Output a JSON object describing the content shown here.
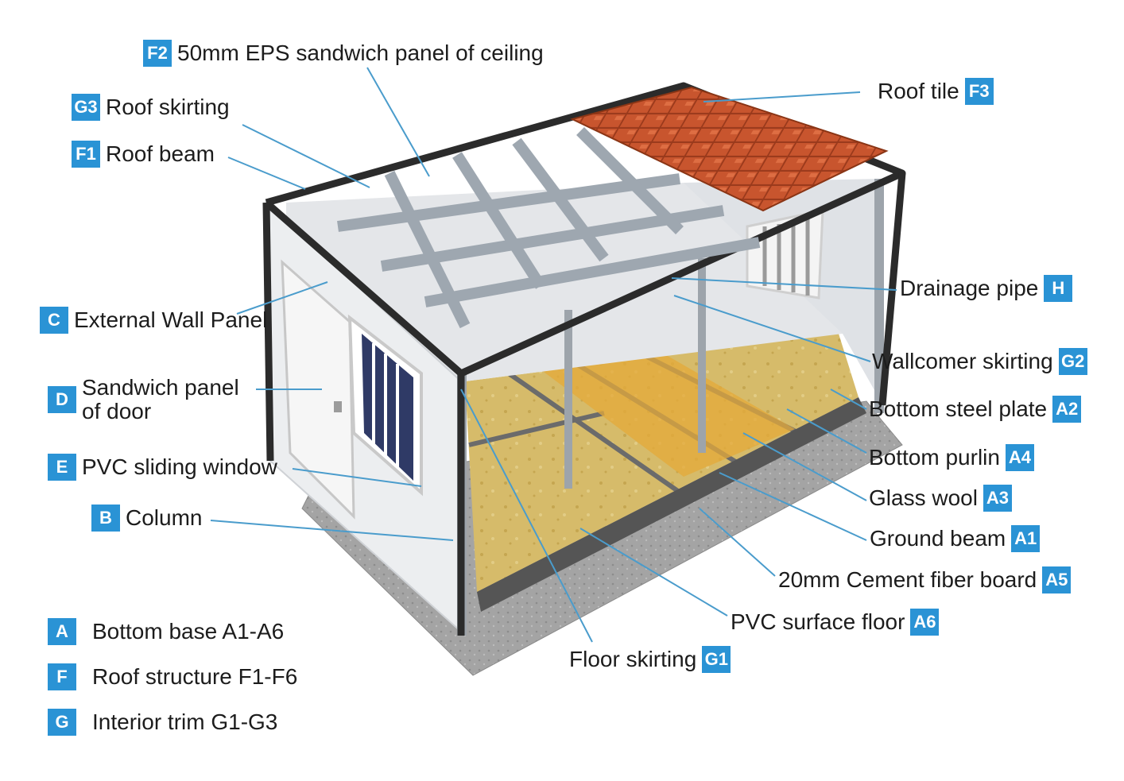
{
  "diagram": {
    "callouts": [
      {
        "id": "f2",
        "badge": "F2",
        "text": "50mm EPS sandwich panel of ceiling"
      },
      {
        "id": "g3",
        "badge": "G3",
        "text": "Roof skirting"
      },
      {
        "id": "f1",
        "badge": "F1",
        "text": "Roof beam"
      },
      {
        "id": "c",
        "badge": "C",
        "text": "External Wall Panel"
      },
      {
        "id": "d",
        "badge": "D",
        "text_line1": "Sandwich panel",
        "text_line2": "of door"
      },
      {
        "id": "e",
        "badge": "E",
        "text": "PVC sliding window"
      },
      {
        "id": "b",
        "badge": "B",
        "text": "Column"
      },
      {
        "id": "f3",
        "badge": "F3",
        "text": "Roof tile"
      },
      {
        "id": "h",
        "badge": "H",
        "text": "Drainage pipe"
      },
      {
        "id": "g2",
        "badge": "G2",
        "text": "Wallcomer skirting"
      },
      {
        "id": "a2",
        "badge": "A2",
        "text": "Bottom steel plate"
      },
      {
        "id": "a4",
        "badge": "A4",
        "text": "Bottom purlin"
      },
      {
        "id": "a3",
        "badge": "A3",
        "text": "Glass wool"
      },
      {
        "id": "a1",
        "badge": "A1",
        "text": "Ground beam"
      },
      {
        "id": "a5",
        "badge": "A5",
        "text": "20mm Cement fiber board"
      },
      {
        "id": "a6",
        "badge": "A6",
        "text": "PVC surface floor"
      },
      {
        "id": "g1",
        "badge": "G1",
        "text": "Floor skirting"
      }
    ],
    "legend": [
      {
        "badge": "A",
        "text": "Bottom base A1-A6"
      },
      {
        "badge": "F",
        "text": "Roof structure F1-F6"
      },
      {
        "badge": "G",
        "text": "Interior trim G1-G3"
      }
    ]
  },
  "colors": {
    "badge": "#2a93d5",
    "leader_line": "#4a9ccc",
    "roof_tile": "#c8552e",
    "frame": "#2b2b2b",
    "wall": "#e9eaec",
    "insulation": "#d8bd6b",
    "base": "#9a9a9a"
  }
}
